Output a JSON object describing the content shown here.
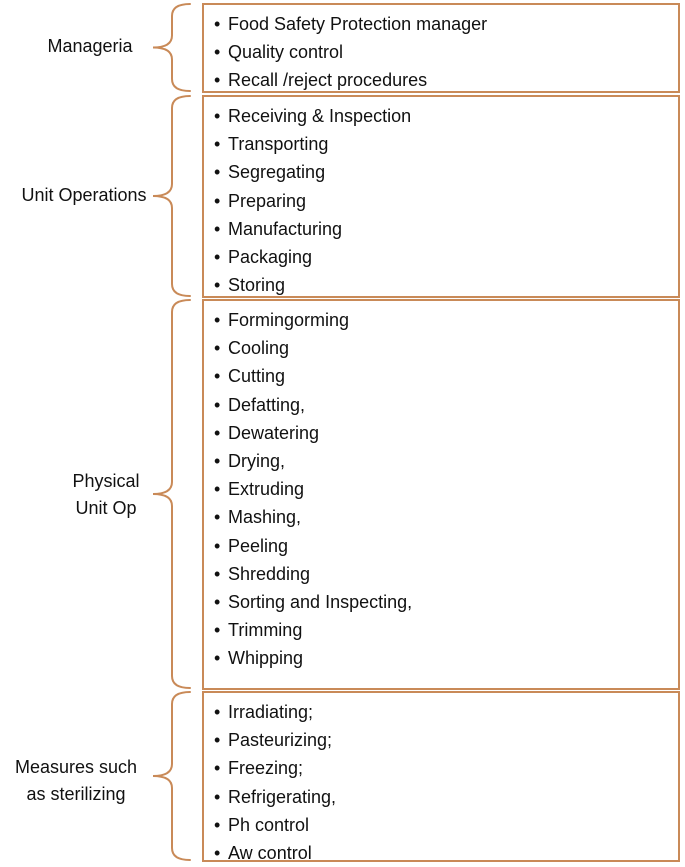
{
  "colors": {
    "accent": "#c98a58",
    "text": "#111111"
  },
  "groups": [
    {
      "label": "Manageria",
      "items": [
        "Food Safety Protection manager",
        "Quality control",
        "Recall /reject procedures"
      ]
    },
    {
      "label": "Unit Operations",
      "items": [
        "Receiving & Inspection",
        "Transporting",
        "Segregating",
        "Preparing",
        "Manufacturing",
        "Packaging",
        "Storing"
      ]
    },
    {
      "label": "Physical\nUnit Op",
      "items": [
        "Formingorming",
        "Cooling",
        "Cutting",
        "Defatting,",
        "Dewatering",
        "Drying,",
        "Extruding",
        "Mashing,",
        "Peeling",
        "Shredding",
        "Sorting and Inspecting,",
        "Trimming",
        "Whipping"
      ]
    },
    {
      "label": "Measures such\nas sterilizing",
      "items": [
        "Irradiating;",
        "Pasteurizing;",
        "Freezing;",
        "Refrigerating,",
        "Ph control",
        "Aw control"
      ]
    }
  ]
}
